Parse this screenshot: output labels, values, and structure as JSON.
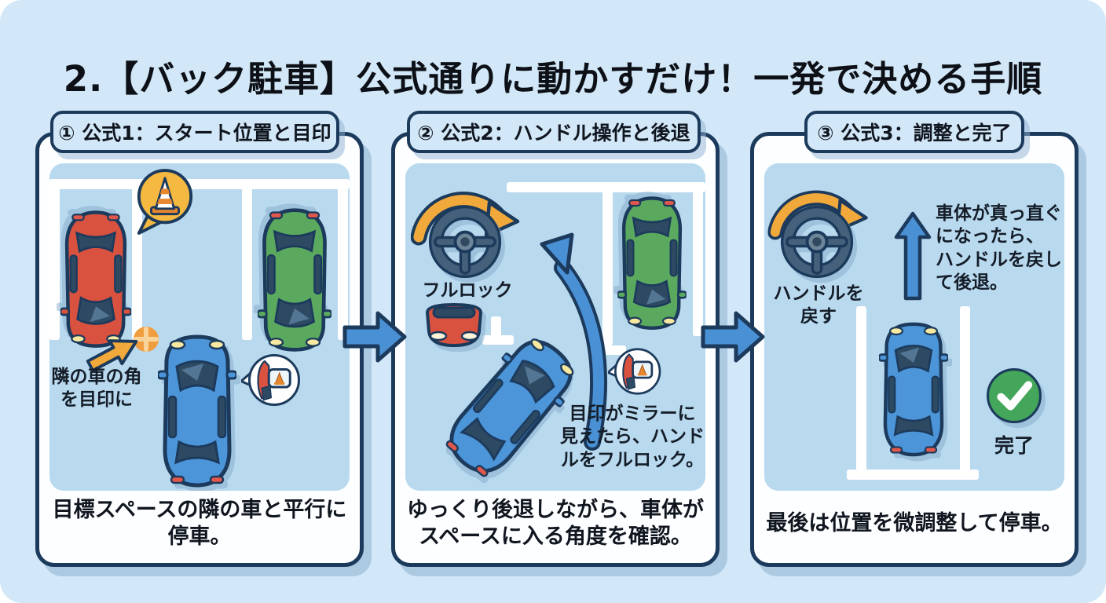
{
  "title": "2.【バック駐車】公式通りに動かすだけ！一発で決める手順",
  "colors": {
    "page_bg": "#d2e7f7",
    "illus_bg": "#b9d9ef",
    "panel_bg": "#fdfeff",
    "line": "#1c3a5c",
    "arrow_blue": "#4a90d5",
    "arrow_orange": "#f2a93c",
    "car_red": "#d9513f",
    "car_green": "#5aa95f",
    "car_blue": "#4c95d9",
    "check_green": "#43a65a",
    "marker_orange": "#f09d3f",
    "bubble_orange": "#f5b942"
  },
  "icons": {
    "steering-wheel-icon": "top-view steering wheel",
    "traffic-cone-icon": "striped traffic cone in speech bubble",
    "mirror-icon": "side mirror showing cone",
    "marker-dot-icon": "orange target dot with cross",
    "check-icon": "green circle with white checkmark",
    "right-arrow-icon": "blue step arrow",
    "curved-arrow-icon": "blue reversing path arrow",
    "up-arrow-icon": "blue straight arrow",
    "turn-arrow-icon": "orange steering direction arc"
  },
  "panels": [
    {
      "header": "① 公式1：スタート位置と目印",
      "note_lines": [
        "隣の車の角",
        "を目印に"
      ],
      "caption_lines": [
        "目標スペースの隣の車と平行に",
        "停車。"
      ]
    },
    {
      "header": "② 公式2：ハンドル操作と後退",
      "wheel_label": "フルロック",
      "note_lines": [
        "目印がミラーに",
        "見えたら、ハンド",
        "ルをフルロック。"
      ],
      "caption_lines": [
        "ゆっくり後退しながら、車体が",
        "スペースに入る角度を確認。"
      ]
    },
    {
      "header": "③ 公式3：調整と完了",
      "wheel_label_lines": [
        "ハンドルを",
        "戻す"
      ],
      "note_lines": [
        "車体が真っ直ぐ",
        "になったら、",
        "ハンドルを戻し",
        "て後退。"
      ],
      "done_label": "完了",
      "caption_lines": [
        "最後は位置を微調整して停車。"
      ]
    }
  ]
}
